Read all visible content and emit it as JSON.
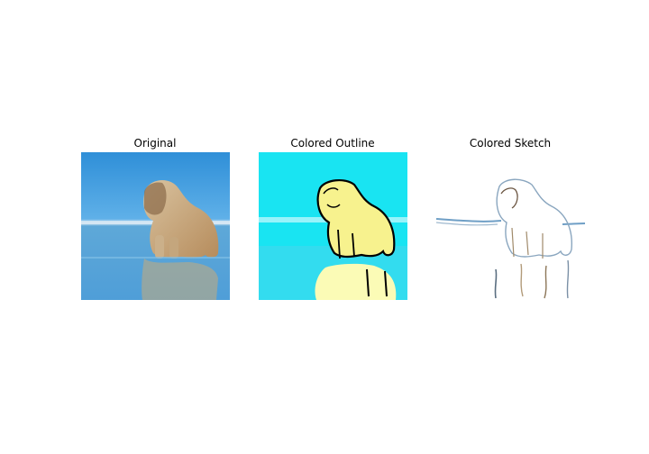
{
  "figure": {
    "panels": [
      {
        "title": "Original"
      },
      {
        "title": "Colored Outline"
      },
      {
        "title": "Colored Sketch"
      }
    ]
  }
}
